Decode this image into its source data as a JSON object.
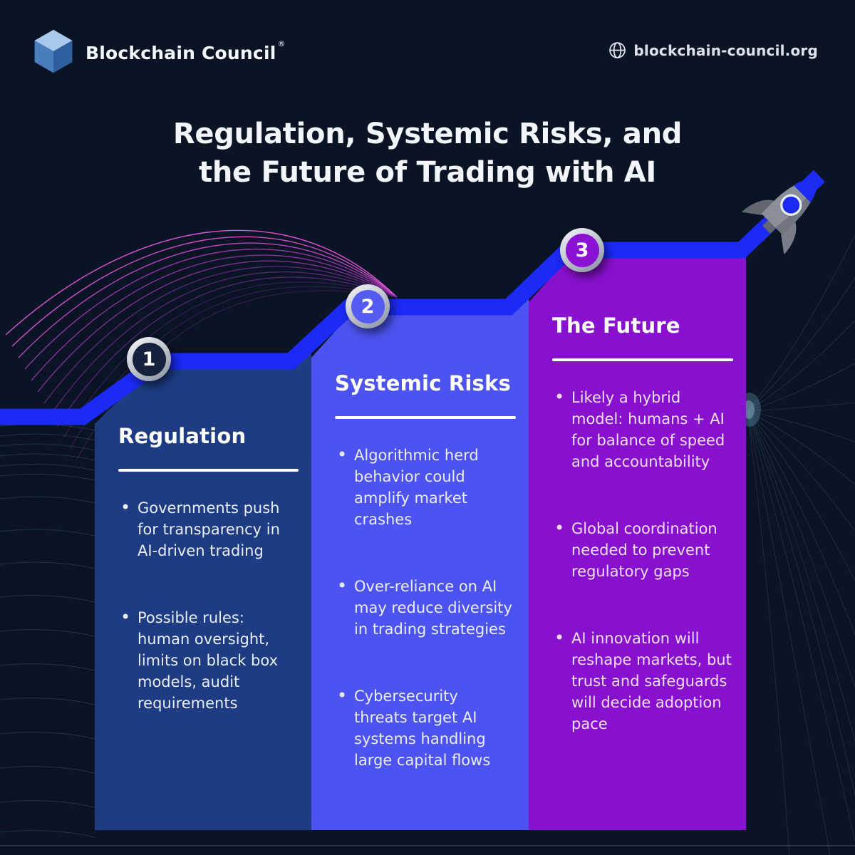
{
  "brand": {
    "name": "Blockchain Council",
    "registered_mark": "®",
    "website": "blockchain-council.org"
  },
  "title": {
    "line1": "Regulation, Systemic Risks, and",
    "line2": "the Future of Trading with AI"
  },
  "steps": [
    {
      "number": "1",
      "heading": "Regulation",
      "bullets": [
        "Governments push for transparency in AI-driven trading",
        "Possible rules: human oversight, limits on black box models, audit requirements"
      ]
    },
    {
      "number": "2",
      "heading": "Systemic Risks",
      "bullets": [
        "Algorithmic herd behavior could amplify market crashes",
        "Over-reliance on AI may reduce diversity in trading strategies",
        "Cybersecurity threats target AI systems handling large capital flows"
      ]
    },
    {
      "number": "3",
      "heading": "The Future",
      "bullets": [
        "Likely a hybrid model: humans + AI for balance of speed and accountability",
        "Global coordination needed to prevent regulatory gaps",
        "AI innovation will reshape markets, but trust and safeguards will decide adoption pace"
      ]
    }
  ],
  "icons": {
    "logo": "cube-logo-icon",
    "website": "globe-icon",
    "summit": "rocket-icon"
  },
  "colors": {
    "background": "#0b1424",
    "step1_panel": "#1e3c84",
    "step2_panel": "#4d53f0",
    "step3_panel": "#8811cf",
    "path_line": "#1b2af5",
    "wave_magenta": "#d43df0",
    "text": "#f2f5fa"
  }
}
